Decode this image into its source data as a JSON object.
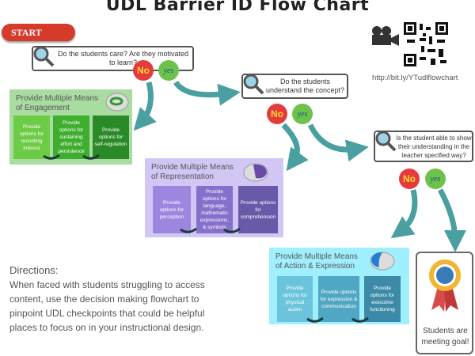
{
  "title": "UDL Barrier ID Flow Chart",
  "start_label": "START",
  "questions": [
    {
      "text": "Do the students care? Are they motivated to learn?",
      "no": "No",
      "yes": "yes"
    },
    {
      "text": "Do the students understand the concept?",
      "no": "No",
      "yes": "yes"
    },
    {
      "text": "Is the student able to show their understanding in the teacher specified way?",
      "no": "No",
      "yes": "yes"
    }
  ],
  "link": "http://bit.ly/YTudlflowchart",
  "panels": [
    {
      "title": "Provide Multiple Means of Engagement",
      "cells": [
        "Provide options for recruiting interest",
        "Provide options for sustaining effort and persistence",
        "Provide options for self-regulation"
      ]
    },
    {
      "title": "Provide Multiple Means of Representation",
      "cells": [
        "Provide options for perception",
        "Provide options for language, mathematic expressions, & symbols",
        "Provide options for comprehension"
      ]
    },
    {
      "title": "Provide Multiple Means of Action & Expression",
      "cells": [
        "Provide options for physical action",
        "Provide options for expression & communication",
        "Provide options for executive functioning"
      ]
    }
  ],
  "goal": "Students are meeting goal!",
  "directions": {
    "heading": "Directions:",
    "body": "When faced with students struggling to access content, use the decision making flowchart to  pinpoint UDL checkpoints that could be helpful places to focus on in your instructional design."
  },
  "colors": {
    "teal": "#4a9fa0",
    "red": "#d63a2a",
    "green": "#a8dca0",
    "purple": "#d2c6f4",
    "cyan": "#9fefff"
  }
}
